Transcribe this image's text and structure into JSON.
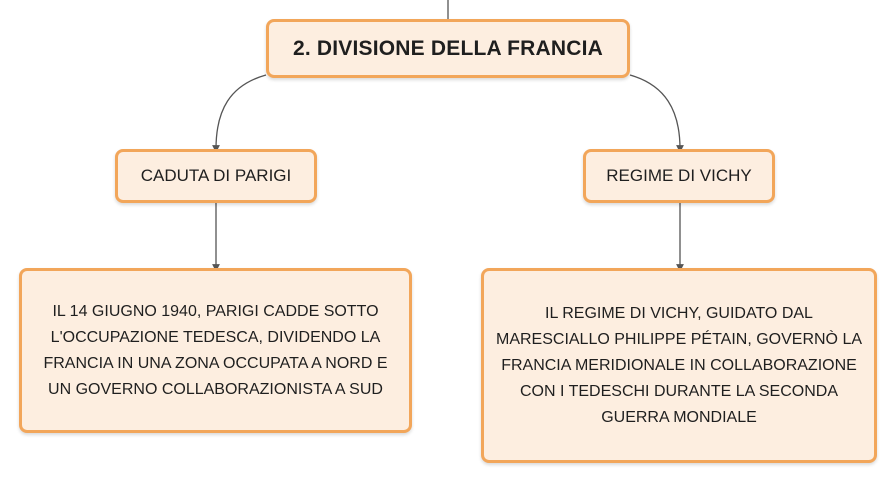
{
  "colors": {
    "node_fill": "#fdeee0",
    "node_border": "#f2a65a",
    "connector": "#555555"
  },
  "root": {
    "title": "2. DIVISIONE DELLA FRANCIA"
  },
  "branches": [
    {
      "label": "CADUTA DI PARIGI",
      "detail": "IL 14 GIUGNO 1940, PARIGI CADDE SOTTO L'OCCUPAZIONE TEDESCA, DIVIDENDO LA FRANCIA IN UNA ZONA OCCUPATA A NORD E UN GOVERNO COLLABORAZIONISTA A SUD"
    },
    {
      "label": "REGIME DI VICHY",
      "detail": "IL REGIME DI VICHY, GUIDATO DAL MARESCIALLO PHILIPPE PÉTAIN, GOVERNÒ LA FRANCIA MERIDIONALE IN COLLABORAZIONE CON I TEDESCHI DURANTE LA SECONDA GUERRA MONDIALE"
    }
  ]
}
